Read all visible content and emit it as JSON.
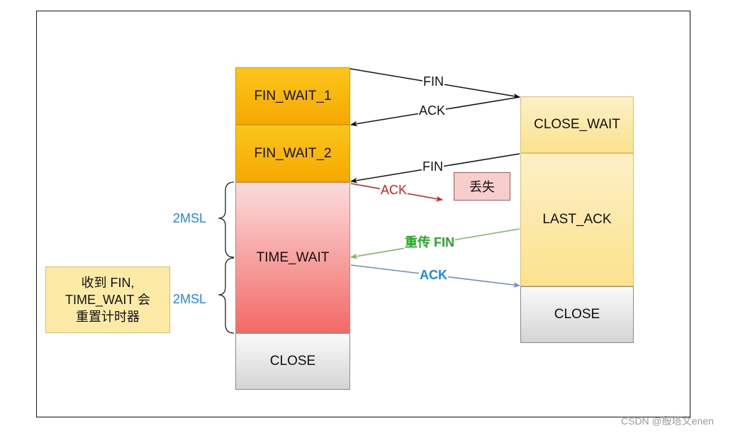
{
  "client_states": {
    "fin_wait_1": "FIN_WAIT_1",
    "fin_wait_2": "FIN_WAIT_2",
    "time_wait": "TIME_WAIT",
    "close": "CLOSE"
  },
  "server_states": {
    "close_wait": "CLOSE_WAIT",
    "last_ack": "LAST_ACK",
    "close": "CLOSE"
  },
  "messages": {
    "fin1": "FIN",
    "ack1": "ACK",
    "fin2": "FIN",
    "ack_lost": "ACK",
    "retransmit_fin": "重传 FIN",
    "ack_final": "ACK"
  },
  "lost_label": "丢失",
  "timer_labels": {
    "first": "2MSL",
    "second": "2MSL"
  },
  "note": {
    "line1": "收到 FIN,",
    "line2": "TIME_WAIT 会",
    "line3": "重置计时器"
  },
  "watermark": "CSDN @殷塔文enen",
  "colors": {
    "black_arrow": "#111111",
    "red_arrow": "#cc2222",
    "green_arrow": "#82b366",
    "blue_arrow": "#6c8ebf",
    "green_text": "#22aa22",
    "blue_text": "#1a8ae6"
  }
}
